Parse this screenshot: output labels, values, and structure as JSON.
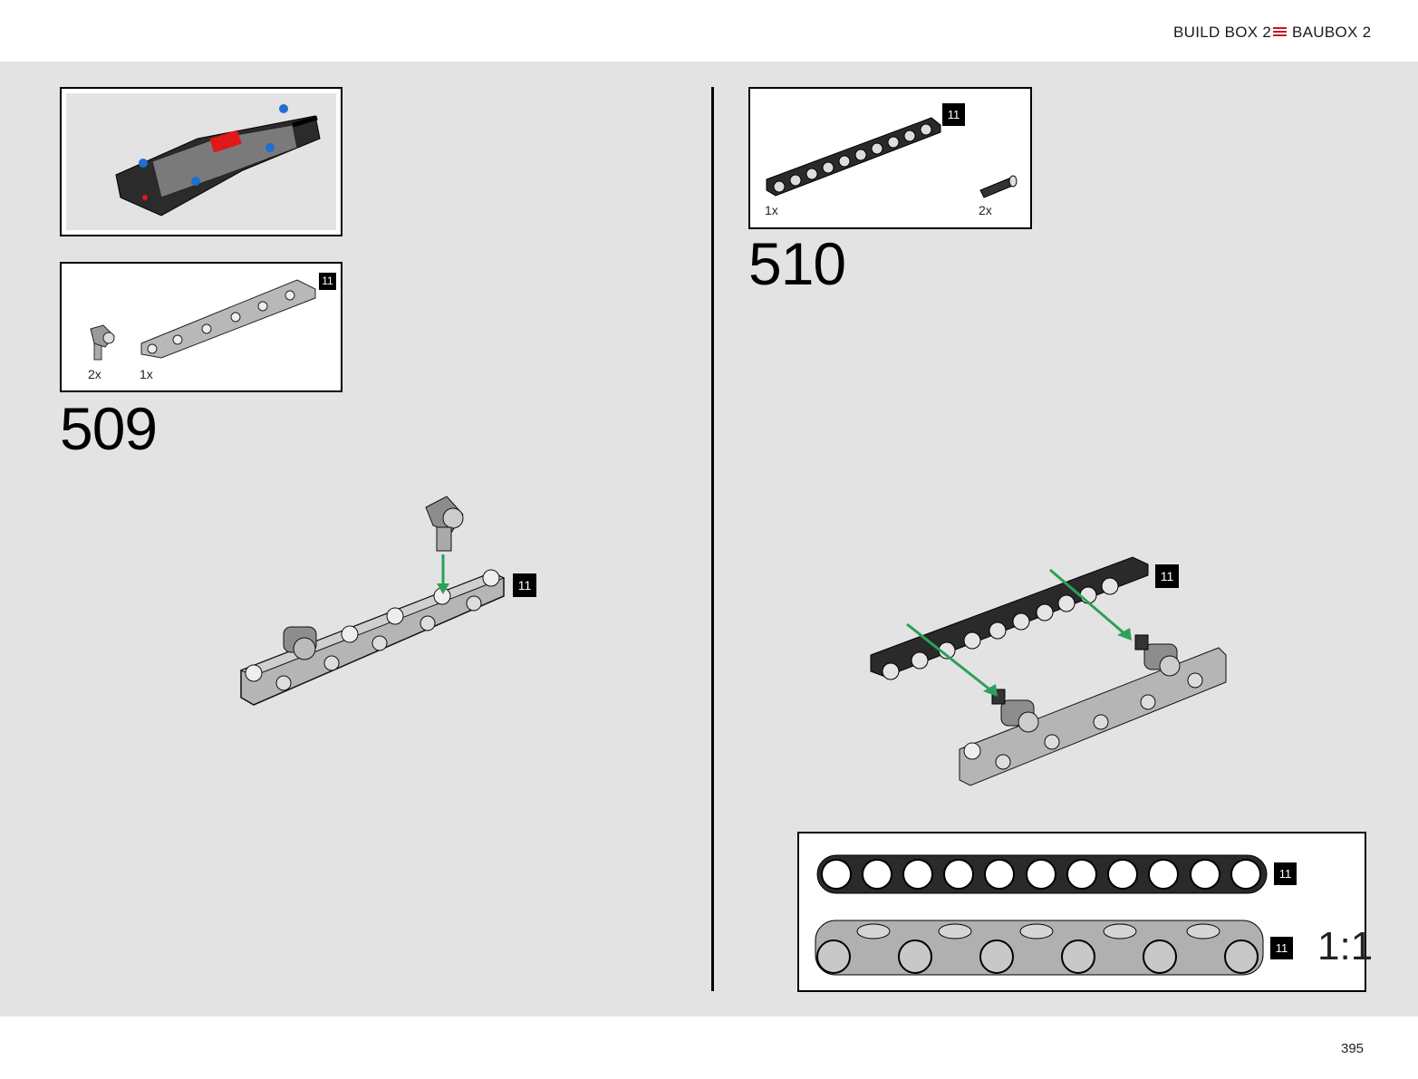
{
  "header": {
    "left_text": "BUILD BOX 2",
    "right_text": "BAUBOX 2",
    "icon": "menu-lines-icon",
    "accent_color": "#c8102e"
  },
  "left_page": {
    "step_number": "509",
    "parts": [
      {
        "qty": "2x",
        "part": "axle-pin-connector"
      },
      {
        "qty": "1x",
        "part": "beam-11",
        "length_tag": "11"
      }
    ],
    "main_length_tag": "11"
  },
  "right_page": {
    "step_number": "510",
    "parts": [
      {
        "qty": "1x",
        "part": "black-beam-11",
        "length_tag": "11"
      },
      {
        "qty": "2x",
        "part": "pin-with-friction"
      }
    ],
    "main_length_tag": "11",
    "scale_box": {
      "tag_top": "11",
      "tag_bottom": "11",
      "scale_label": "1:1"
    }
  },
  "footer": {
    "page_number": "395"
  }
}
